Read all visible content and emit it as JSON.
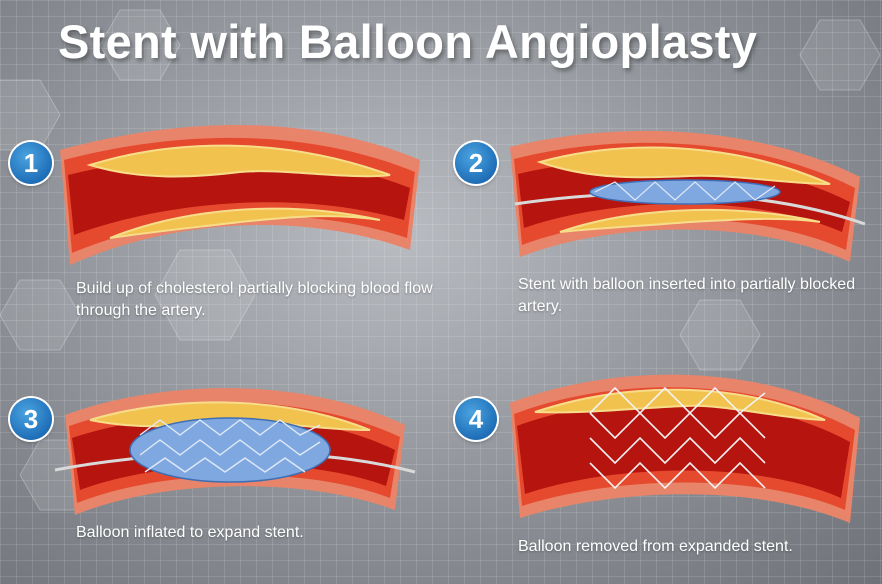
{
  "title": "Stent with Balloon Angioplasty",
  "colors": {
    "artery_outer": "#e8846a",
    "artery_wall": "#e64a2e",
    "lumen": "#b5140f",
    "plaque": "#f2c24f",
    "stent_balloon": "#7fa8e0",
    "badge": "#2a7fcf",
    "caption_text": "#ffffff"
  },
  "steps": [
    {
      "number": "1",
      "caption": "Build up of cholesterol partially blocking blood flow through the artery."
    },
    {
      "number": "2",
      "caption": "Stent with balloon inserted into partially blocked artery."
    },
    {
      "number": "3",
      "caption": "Balloon inflated to expand stent."
    },
    {
      "number": "4",
      "caption": "Balloon removed from expanded stent."
    }
  ]
}
